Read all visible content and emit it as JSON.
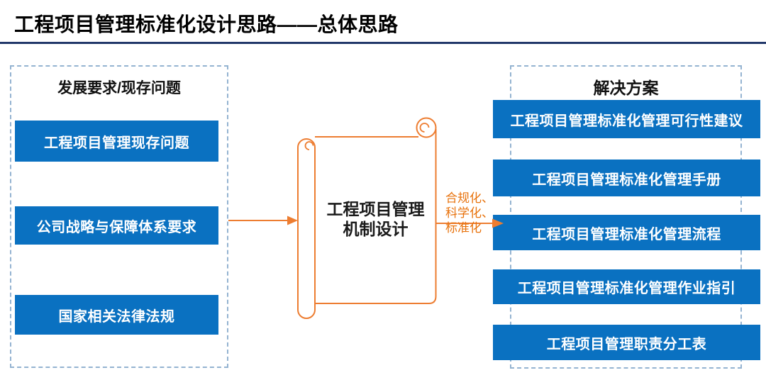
{
  "slide": {
    "title": "工程项目管理标准化设计思路——总体思路"
  },
  "left_panel": {
    "header": "发展要求/现存问题",
    "items": [
      "工程项目管理现存问题",
      "公司战略与保障体系要求",
      "国家相关法律法规"
    ]
  },
  "center": {
    "scroll_title_line1": "工程项目管理",
    "scroll_title_line2": "机制设计",
    "output_arrow_label_lines": [
      "合规化、",
      "科学化、",
      "标准化"
    ]
  },
  "right_panel": {
    "header": "解决方案",
    "items": [
      "工程项目管理标准化管理可行性建议",
      "工程项目管理标准化管理手册",
      "工程项目管理标准化管理流程",
      "工程项目管理标准化管理作业指引",
      "工程项目管理职责分工表"
    ]
  },
  "colors": {
    "box_blue": "#0a71c1",
    "arrow_orange": "#ed7d31",
    "label_orange": "#e8720c",
    "divider_navy": "#22386a",
    "dashed_border": "#94b3d1"
  }
}
